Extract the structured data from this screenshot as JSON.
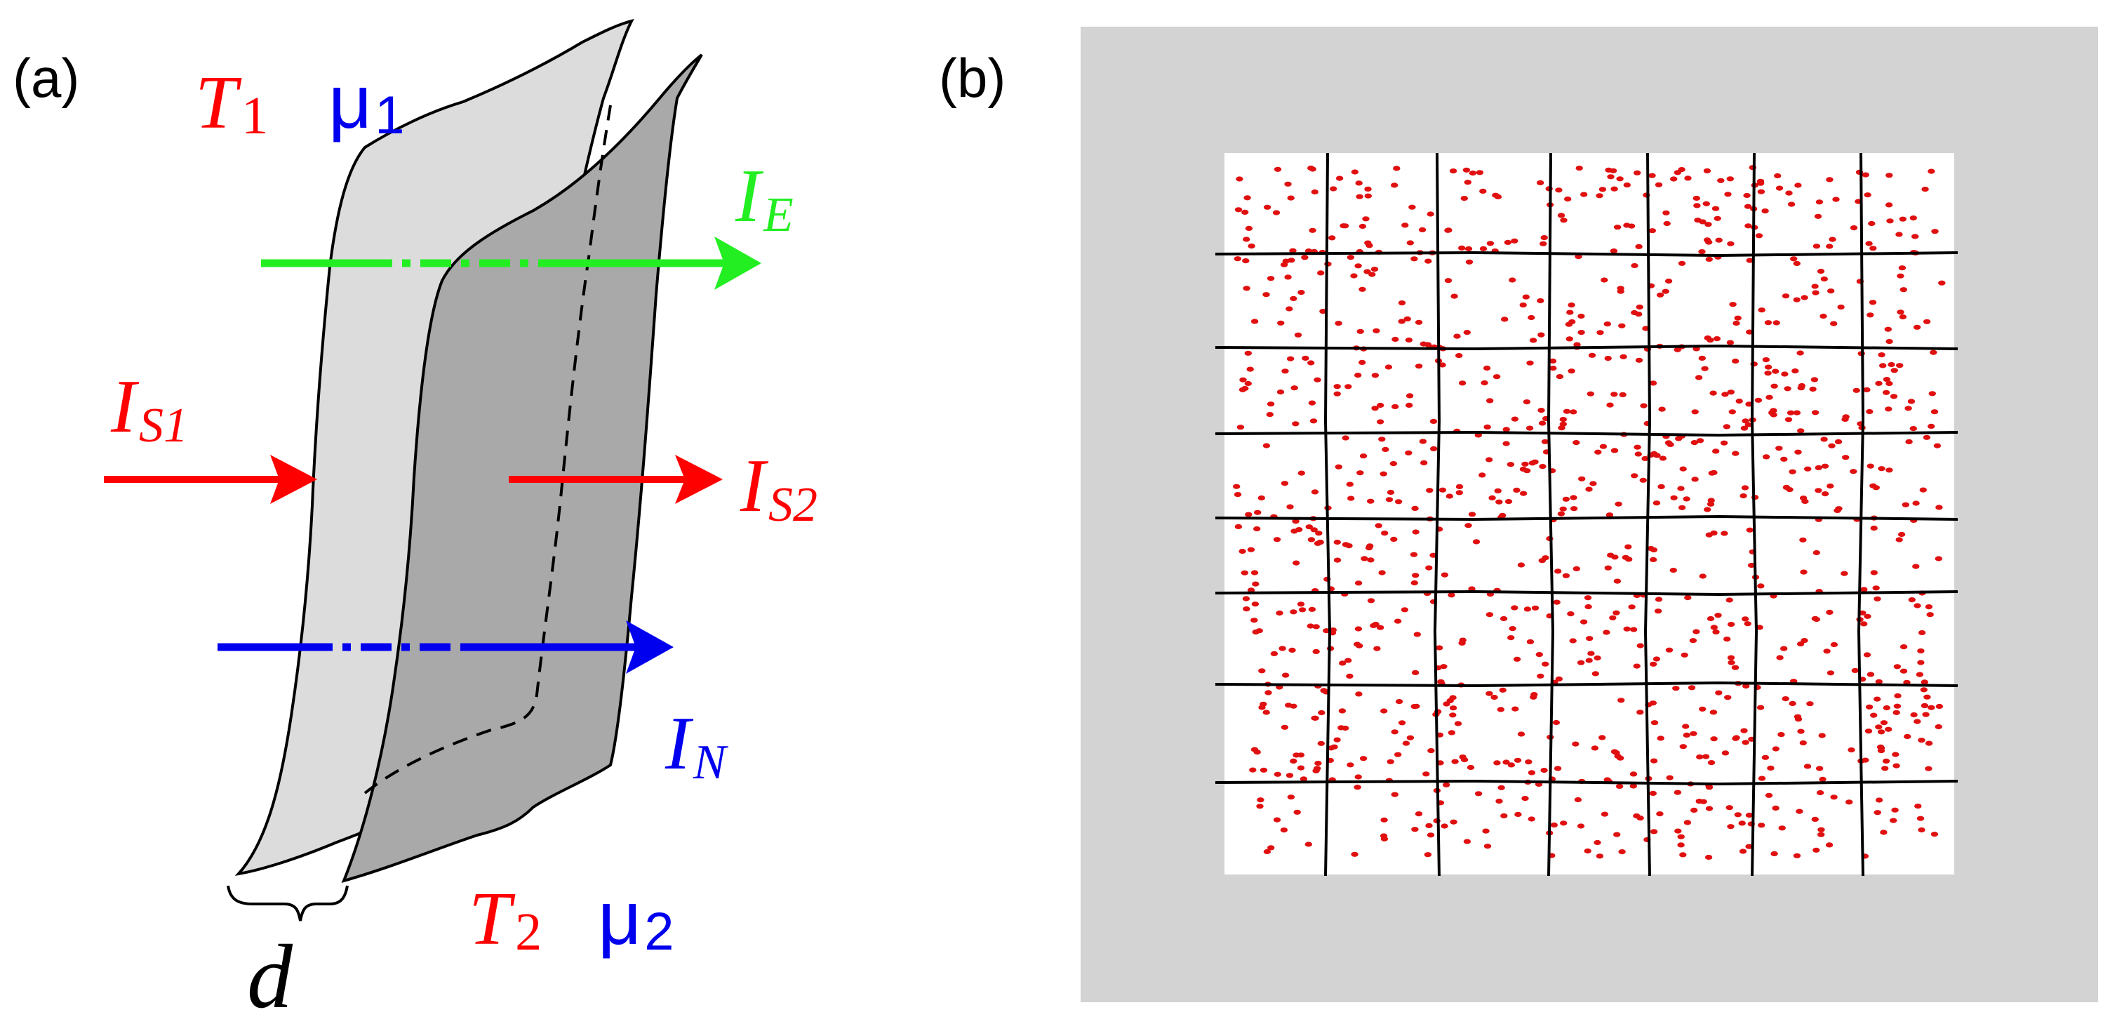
{
  "panel_a": {
    "tag": "(a)",
    "T1": {
      "base": "T",
      "sub": "1"
    },
    "mu1": {
      "base": "μ",
      "sub": "1"
    },
    "T2": {
      "base": "T",
      "sub": "2"
    },
    "mu2": {
      "base": "μ",
      "sub": "2"
    },
    "IE": {
      "base": "I",
      "sub": "E"
    },
    "IS1": {
      "base": "I",
      "sub": "S1"
    },
    "IS2": {
      "base": "I",
      "sub": "S2"
    },
    "IN": {
      "base": "I",
      "sub": "N"
    },
    "d": "d"
  },
  "panel_b": {
    "tag": "(b)",
    "dot_count": 1100
  },
  "colors": {
    "red": "#ff0000",
    "blue": "#0000ee",
    "green": "#22ee22",
    "light_sheet": "#dcdcdc",
    "dark_sheet": "#a9a9a9",
    "frame_gray": "#d3d3d3",
    "dot": "#e01010"
  }
}
